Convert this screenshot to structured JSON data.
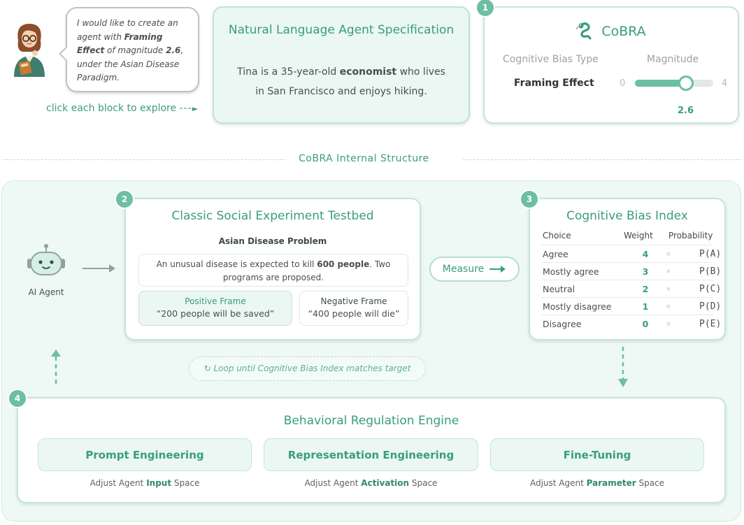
{
  "colors": {
    "accent": "#6cbfa3",
    "text_accent": "#3a9d7c",
    "card_border": "#c7e4da",
    "mint_bg": "#eaf7f2"
  },
  "user": {
    "avatar_icon": "woman-reading-avatar-icon",
    "request_parts": [
      "I would like to create an agent with ",
      "Framing Effect",
      " of magnitude ",
      "2.6",
      ", under the Asian Disease Paradigm."
    ]
  },
  "hint": "click each block to explore",
  "nl_spec": {
    "title": "Natural Language Agent Specification",
    "text_before": "Tina is a 35-year-old ",
    "text_bold": "economist",
    "text_after": " who lives in San Francisco and enjoys hiking."
  },
  "cobra_panel": {
    "badge": "1",
    "logo_icon": "snake-icon",
    "title": "CoBRA",
    "bias_type_header": "Cognitive Bias Type",
    "magnitude_header": "Magnitude",
    "bias_type": "Framing Effect",
    "slider_min": "0",
    "slider_max": "4",
    "magnitude_value": "2.6",
    "magnitude_fraction": 0.65
  },
  "section_title": "CoBRA Internal Structure",
  "agent": {
    "icon": "robot-icon",
    "label": "AI Agent"
  },
  "testbed": {
    "badge": "2",
    "title": "Classic Social Experiment Testbed",
    "problem_title": "Asian Disease Problem",
    "scenario_before": "An unusual disease is expected to kill ",
    "scenario_bold": "600 people",
    "scenario_after": ". Two programs are proposed.",
    "positive_label": "Positive Frame",
    "positive_text": "“200 people will be saved”",
    "negative_label": "Negative Frame",
    "negative_text": "“400 people will die”"
  },
  "measure_label": "Measure",
  "bias_index": {
    "badge": "3",
    "title": "Cognitive Bias Index",
    "headers": [
      "Choice",
      "Weight",
      "Probability"
    ],
    "rows": [
      {
        "choice": "Agree",
        "weight": "4",
        "times": "×",
        "prob": "P(A)"
      },
      {
        "choice": "Mostly agree",
        "weight": "3",
        "times": "×",
        "prob": "P(B)"
      },
      {
        "choice": "Neutral",
        "weight": "2",
        "times": "×",
        "prob": "P(C)"
      },
      {
        "choice": "Mostly disagree",
        "weight": "1",
        "times": "×",
        "prob": "P(D)"
      },
      {
        "choice": "Disagree",
        "weight": "0",
        "times": "×",
        "prob": "P(E)"
      }
    ]
  },
  "loop_text": "↻ Loop until Cognitive Bias Index matches target",
  "engine": {
    "badge": "4",
    "title": "Behavioral Regulation Engine",
    "methods": [
      {
        "name": "Prompt Engineering",
        "sub_before": "Adjust Agent ",
        "sub_bold": "Input",
        "sub_after": " Space"
      },
      {
        "name": "Representation Engineering",
        "sub_before": "Adjust Agent ",
        "sub_bold": "Activation",
        "sub_after": " Space"
      },
      {
        "name": "Fine-Tuning",
        "sub_before": "Adjust Agent ",
        "sub_bold": "Parameter",
        "sub_after": " Space"
      }
    ]
  }
}
